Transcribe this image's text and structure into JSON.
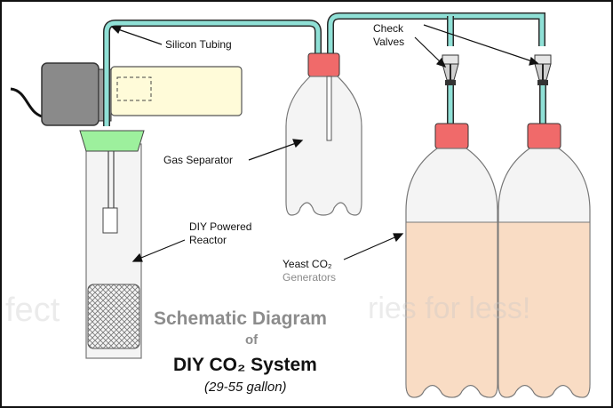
{
  "labels": {
    "silicon_tubing": "Silicon Tubing",
    "check_valves_line1": "Check",
    "check_valves_line2": "Valves",
    "gas_separator": "Gas Separator",
    "reactor_line1": "DIY Powered",
    "reactor_line2": "Reactor",
    "yeast_line1": "Yeast CO₂",
    "yeast_line2": "Generators"
  },
  "title": {
    "line1": "Schematic Diagram",
    "line2": "of",
    "line3": "DIY CO₂ System",
    "line4": "(29-55 gallon)"
  },
  "watermark": {
    "left_fragment": "fect",
    "right_fragment": "ries for less!"
  },
  "colors": {
    "tubing": "#8fe0d6",
    "cap": "#f06a6a",
    "liquid": "#f9dcc4",
    "reactor_top": "#9df09d",
    "pump": "#8a8a8a",
    "pump_body": "#fffbd9"
  }
}
